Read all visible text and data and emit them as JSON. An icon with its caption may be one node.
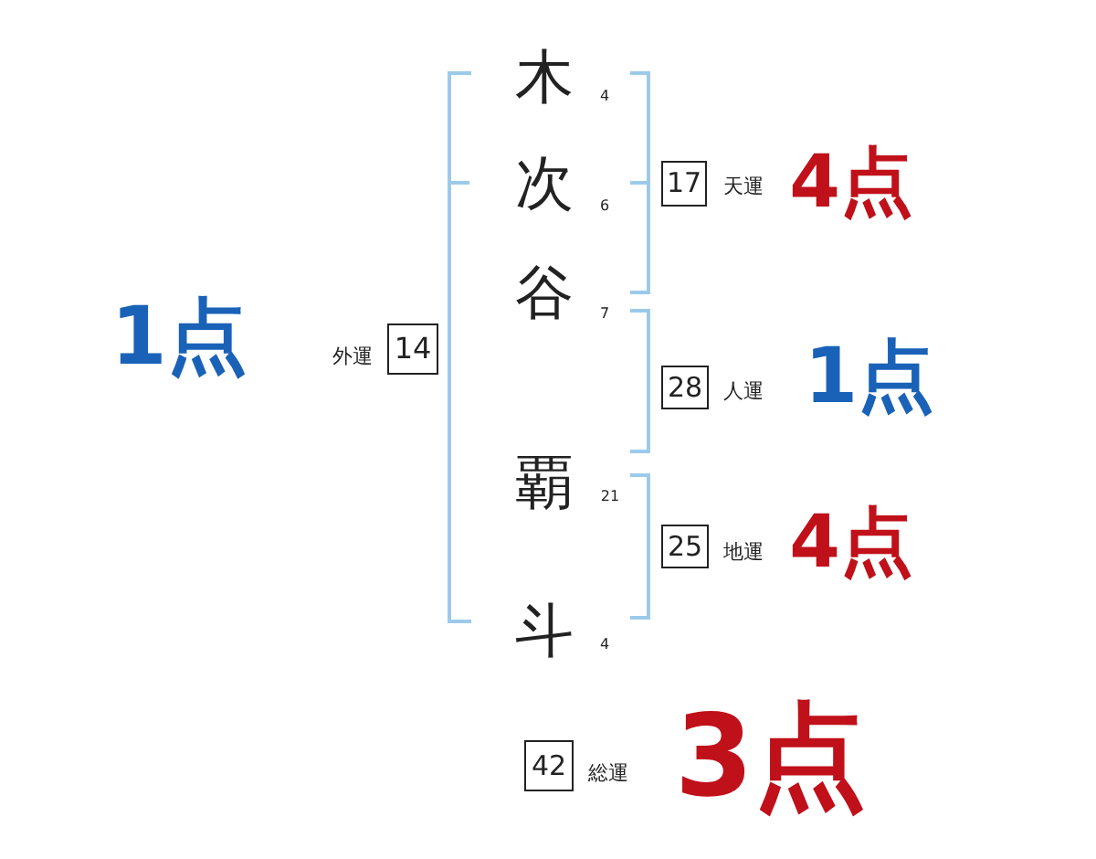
{
  "diagram": {
    "nodes": [
      {
        "text": [
          "17"
        ],
        "beside": [
          "天運",
          "4点"
        ]
      },
      {
        "text": [
          "14"
        ],
        "beside": [
          "外運",
          "1点"
        ]
      },
      {
        "text": [
          "28"
        ],
        "beside": [
          "人運",
          "1点"
        ]
      },
      {
        "text": [
          "25"
        ],
        "beside": [
          "地運",
          "4点"
        ]
      },
      {
        "text": [
          "42"
        ],
        "beside": [
          "総運",
          "3点"
        ]
      }
    ],
    "labels": [
      "木",
      "4",
      "次",
      "6",
      "谷",
      "7",
      "覇",
      "21",
      "斗",
      "4"
    ]
  }
}
